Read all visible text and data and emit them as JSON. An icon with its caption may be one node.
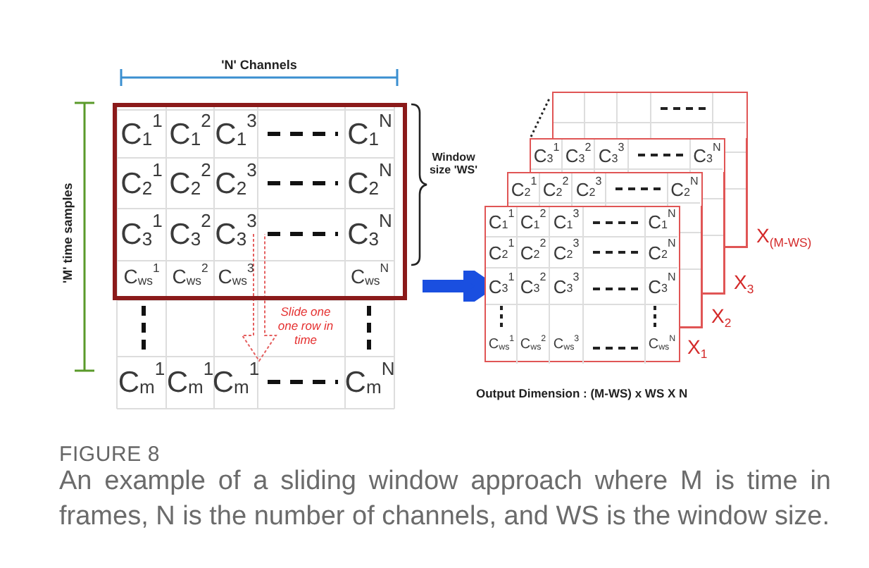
{
  "diagram": {
    "caption": "An example of a sliding window approach where M is time in frames, N is the number of channels, and WS is the window size.",
    "nodes": [
      {
        "text": [],
        "shape": "box"
      },
      {
        "text": [],
        "shape": "box"
      },
      {
        "text": [],
        "shape": "box"
      },
      {
        "text": [],
        "shape": "box"
      },
      {
        "text": [],
        "shape": "box",
        "beside": [
          "X$_{1}$"
        ]
      }
    ],
    "edges": [
      {
        "from": 0,
        "to": 4,
        "arrow": "to",
        "color": "#1a4fe0"
      }
    ],
    "labels": [
      "'N' Channels",
      "'M' time samples",
      "C$_{1}$$^{1}$",
      "C$_{1}$$^{2}$",
      "C$_{1}$$^{3}$",
      "C$_{1}$$^{N}$",
      "C$_{2}$$^{1}$",
      "C$_{2}$$^{2}$",
      "C$_{2}$$^{3}$",
      "C$_{2}$$^{N}$",
      "C$_{3}$$^{1}$",
      "C$_{3}$$^{2}$",
      "C$_{3}$$^{3}$",
      "C$_{3}$$^{N}$",
      "C$_{ws}$$^{1}$",
      "C$_{ws}$$^{2}$",
      "C$_{ws}$$^{3}$",
      "C$_{ws}$$^{N}$",
      "Window size 'WS'",
      "Slide one one row in time",
      "C$_{m}$$^{1}$",
      "C$_{m}$$^{1}$",
      "C$_{m}$$^{1}$",
      "C$_{m}$$^{N}$",
      "C$_{3}$$^{1}$",
      "C$_{3}$$^{2}$",
      "C$_{3}$$^{3}$",
      "C$_{3}$$^{N}$",
      "C$_{2}$$^{1}$",
      "C$_{2}$$^{2}$",
      "C$_{2}$$^{3}$",
      "C$_{2}$$^{N}$",
      "C$_{1}$$^{1}$",
      "C$_{1}$$^{2}$",
      "C$_{1}$$^{3}$",
      "C$_{1}$$^{N}$",
      "C$_{2}$$^{1}$",
      "C$_{2}$$^{2}$",
      "C$_{2}$$^{3}$",
      "C$_{2}$$^{N}$",
      "C$_{3}$$^{1}$",
      "C$_{3}$$^{2}$",
      "C$_{3}$$^{3}$",
      "C$_{3}$$^{N}$",
      "C$_{ws}$$^{1}$",
      "C$_{ws}$$^{2}$",
      "C$_{ws}$$^{3}$",
      "C$_{ws}$$^{N}$",
      "Output Dimension : (M-WS) x WS X N",
      "FIGURE 8",
      "X$_{(M-WS)}$",
      "X$_{3}$",
      "X$_{2}$"
    ]
  }
}
